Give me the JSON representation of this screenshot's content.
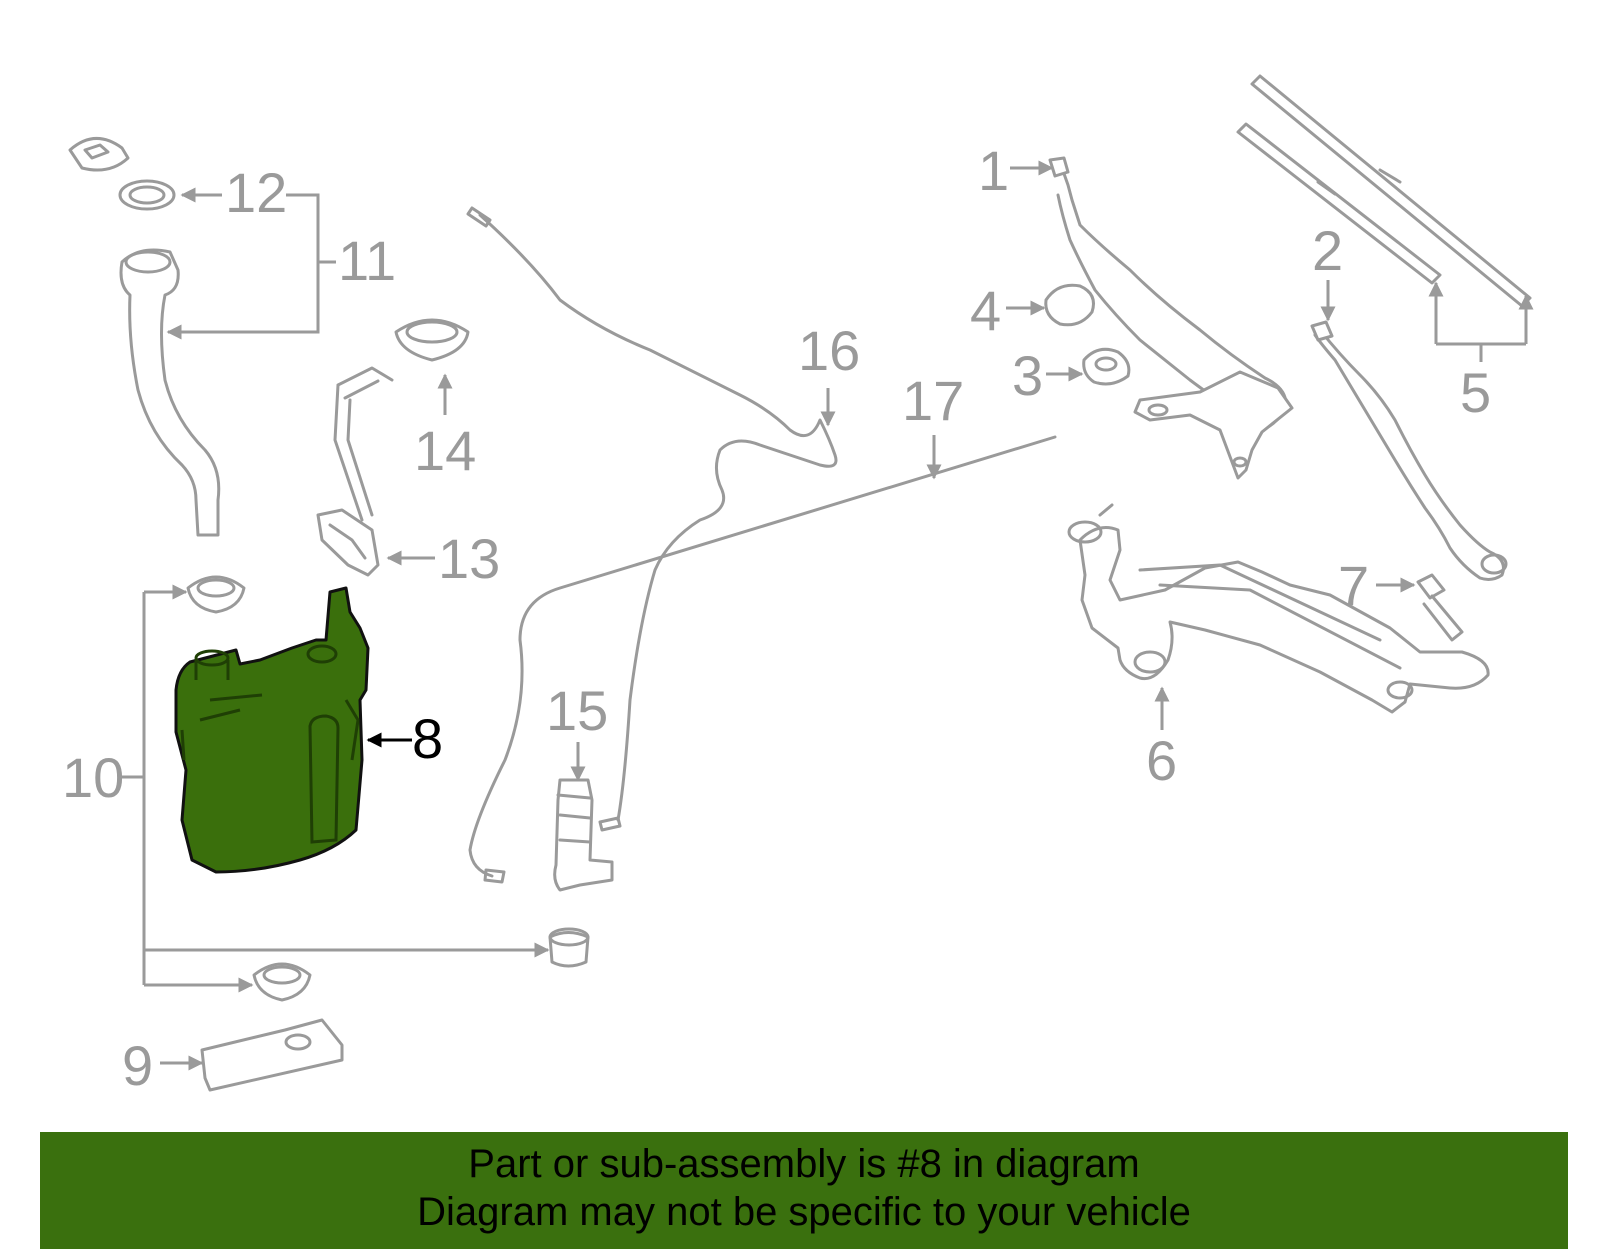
{
  "diagram": {
    "highlighted_part": "8",
    "callouts": [
      "1",
      "2",
      "3",
      "4",
      "5",
      "6",
      "7",
      "8",
      "9",
      "10",
      "11",
      "12",
      "13",
      "14",
      "15",
      "16",
      "17"
    ],
    "colors": {
      "highlight": "#3a6f0c",
      "banner": "#3a700e",
      "line": "#9a9a9a"
    }
  },
  "banner": {
    "line1": "Part or sub-assembly is #8 in diagram",
    "line2": "Diagram may not be specific to your vehicle"
  }
}
